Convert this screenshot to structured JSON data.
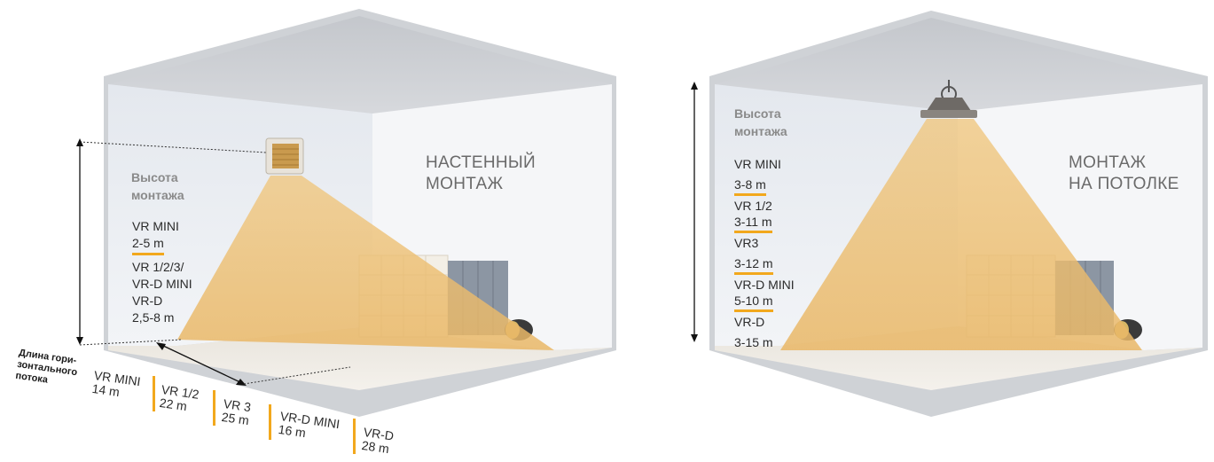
{
  "wall": {
    "title_line1": "НАСТЕННЫЙ",
    "title_line2": "МОНТАЖ",
    "height_heading_line1": "Высота",
    "height_heading_line2": "монтажа",
    "specs": [
      {
        "model": "VR MINI",
        "range": "2-5 m"
      },
      {
        "model_line1": "VR 1/2/3/",
        "model_line2": "VR-D MINI",
        "model_line3": "VR-D",
        "range": "2,5-8 m"
      }
    ],
    "flow_heading_line1": "Длина гори-",
    "flow_heading_line2": "зонтального",
    "flow_heading_line3": "потока",
    "flow": [
      {
        "model": "VR MINI",
        "length": "14 m"
      },
      {
        "model": "VR 1/2",
        "length": "22 m"
      },
      {
        "model": "VR 3",
        "length": "25 m"
      },
      {
        "model": "VR-D MINI",
        "length": "16 m"
      },
      {
        "model": "VR-D",
        "length": "28 m"
      }
    ]
  },
  "ceiling": {
    "title_line1": "МОНТАЖ",
    "title_line2": "НА ПОТОЛКЕ",
    "height_heading_line1": "Высота",
    "height_heading_line2": "монтажа",
    "specs": [
      {
        "model": "VR MINI",
        "range": "3-8 m"
      },
      {
        "model": "VR 1/2",
        "range": "3-11 m"
      },
      {
        "model": "VR3",
        "range": "3-12 m"
      },
      {
        "model": "VR-D MINI",
        "range": "5-10 m"
      },
      {
        "model": "VR-D",
        "range": "3-15 m"
      }
    ]
  },
  "colors": {
    "accent": "#f2a81d",
    "beam": "#f0c57a",
    "wall_light": "#eef1f5",
    "frame": "#c9ccd1"
  }
}
